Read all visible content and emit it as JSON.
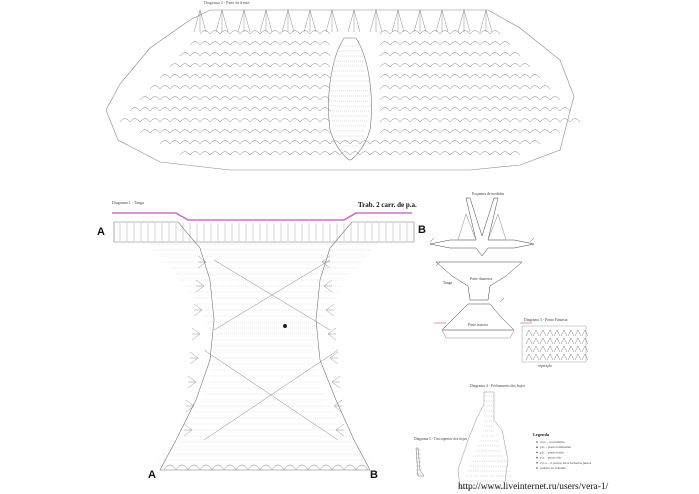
{
  "top_chart": {
    "title": "Diagrama 2 - Parte da frente"
  },
  "main_chart": {
    "title": "Diagrama 1 - Tanga",
    "work_note": "Trab. 2 carr. de p.a.",
    "label_a_top": "A",
    "label_b_top": "B",
    "label_a_bottom": "A",
    "label_b_bottom": "B"
  },
  "schematic": {
    "title": "Esquema de medidas",
    "label_tanga": "Tanga",
    "label_parte_dianteira": "Parte dianteira",
    "label_parte_traseira": "Parte traseira"
  },
  "diagram3": {
    "title": "Diagrama 3 - Ponto Fantasia",
    "note": "repetição"
  },
  "diagram4": {
    "title": "Diagrama 4 - Fechamento dos bojos"
  },
  "diagram5": {
    "title": "Diagrama 5 - Tira superior dos bojos"
  },
  "legend": {
    "title": "Legenda",
    "items": [
      "corr. - correntinha",
      "p.b. - ponto baixíssimo",
      "p.b. - ponto baixo",
      "p.a. - ponto alto",
      "2 p.a. - 2 pontos altos fechados juntos",
      "sentido do trabalho"
    ]
  },
  "watermark": "http://www.liveinternet.ru/users/vera-1/",
  "colors": {
    "line": "#555555",
    "accent": "#d070c8",
    "text": "#111111"
  }
}
